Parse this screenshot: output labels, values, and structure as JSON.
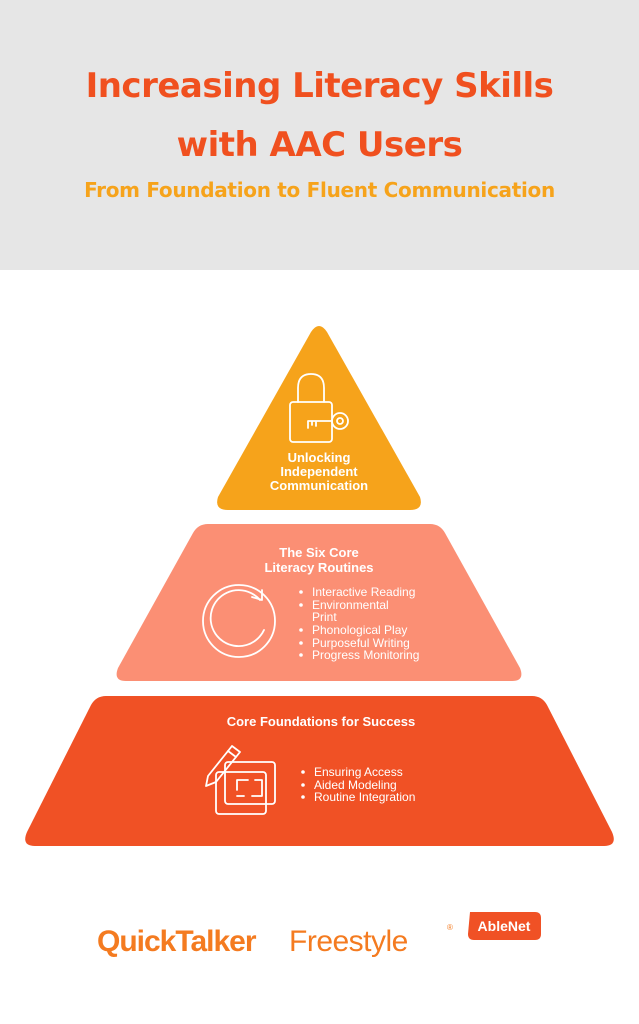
{
  "header": {
    "title_line1": "Increasing Literacy Skills",
    "title_line2": "with AAC Users",
    "subtitle": "From Foundation to Fluent Communication"
  },
  "pyramid": {
    "top": {
      "title_lines": [
        "Unlocking",
        "Independent",
        "Communication"
      ],
      "icon": "lock-key-icon",
      "color": "#f6a31b"
    },
    "middle": {
      "title_lines": [
        "The Six Core",
        "Literacy Routines"
      ],
      "icon": "circular-arrow-icon",
      "items": [
        "Interactive Reading",
        "Environmental",
        "Print",
        "Phonological Play",
        "Purposeful Writing",
        "Progress Monitoring"
      ],
      "color": "#fb8f74"
    },
    "bottom": {
      "title": "Core Foundations for Success",
      "icon": "drawing-tablet-icon",
      "items": [
        "Ensuring Access",
        "Aided Modeling",
        "Routine Integration"
      ],
      "color": "#f05125"
    }
  },
  "footer": {
    "brand_part1": "QuickTalker",
    "brand_part2": "Freestyle",
    "registered_mark": "®",
    "partner_logo": "AbleNet",
    "brand_color": "#f47b20"
  }
}
